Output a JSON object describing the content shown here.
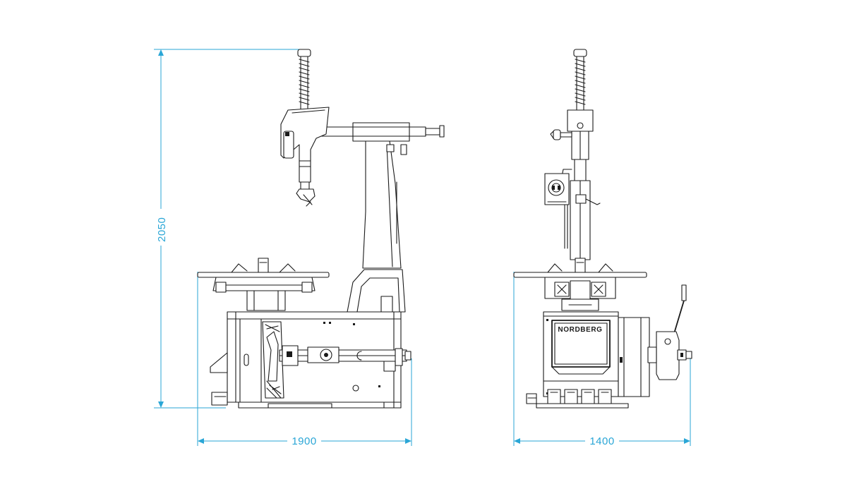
{
  "drawing": {
    "accent_color": "#2aa6d6",
    "line_color": "#1a1a1a",
    "background_color": "#ffffff"
  },
  "dimensions": {
    "height_label": "2050",
    "side_width_label": "1900",
    "front_width_label": "1400"
  },
  "front_view": {
    "brand_label": "NORDBERG"
  }
}
